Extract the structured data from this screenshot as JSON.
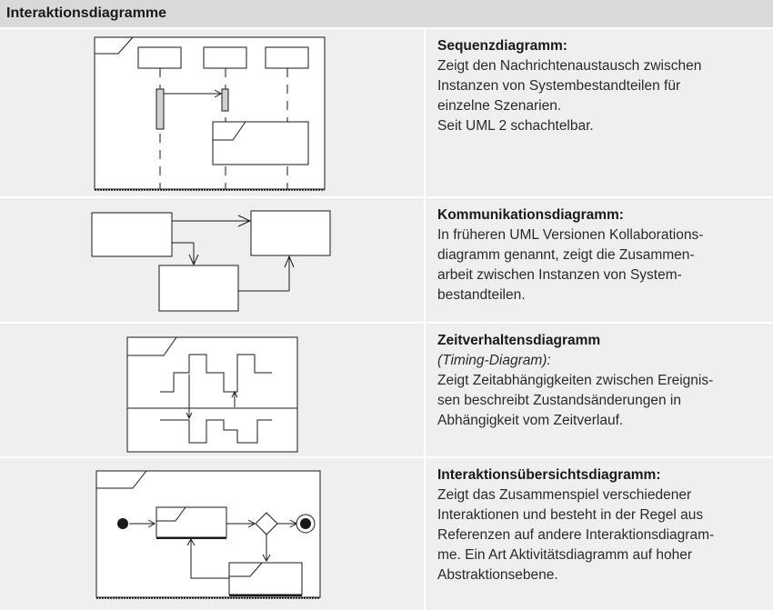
{
  "header": {
    "title": "Interaktionsdiagramme"
  },
  "rows": [
    {
      "heading": "Sequenzdiagramm:",
      "subheading": "",
      "body": "Zeigt den Nachrichtenaustausch zwischen\nInstanzen von Systembestandteilen für\neinzelne Szenarien.\nSeit UML 2 schachtelbar.",
      "diagram_icon": "sequence-diagram-icon"
    },
    {
      "heading": "Kommunikationsdiagramm:",
      "subheading": "",
      "body": "In früheren UML Versionen Kollaborations-\ndiagramm genannt, zeigt die Zusammen-\narbeit zwischen Instanzen von System-\nbestandteilen.",
      "diagram_icon": "communication-diagram-icon"
    },
    {
      "heading": "Zeitverhaltensdiagramm",
      "subheading": "(Timing-Diagram):",
      "body": "Zeigt Zeitabhängigkeiten zwischen Ereignis-\nsen beschreibt Zustandsänderungen in\nAbhängigkeit vom Zeitverlauf.",
      "diagram_icon": "timing-diagram-icon"
    },
    {
      "heading": "Interaktionsübersichtsdiagramm:",
      "subheading": "",
      "body": "Zeigt das Zusammenspiel verschiedener\nInteraktionen und besteht in der Regel aus\nReferenzen auf andere Interaktionsdiagram-\nme. Ein Art Aktivitätsdiagramm auf hoher\nAbstraktionsebene.",
      "diagram_icon": "interaction-overview-diagram-icon"
    }
  ]
}
